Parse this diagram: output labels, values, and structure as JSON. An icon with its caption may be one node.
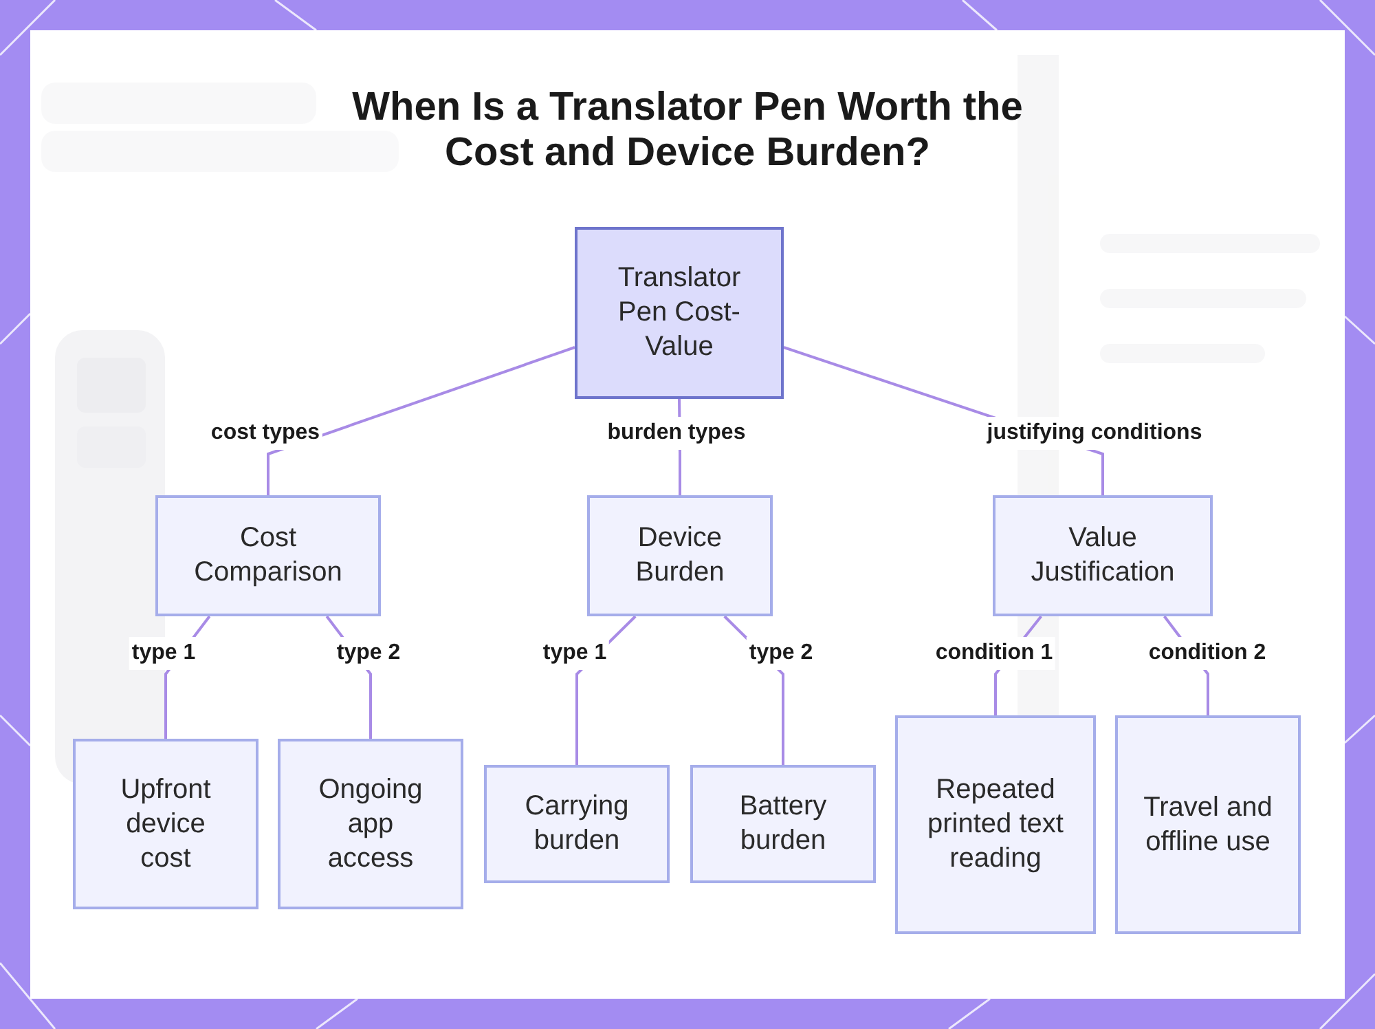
{
  "diagram": {
    "title": "When Is a Translator Pen Worth the Cost and Device Burden?",
    "nodes": [
      {
        "text": [
          "Translator Pen Cost-Value"
        ]
      },
      {
        "text": [
          "Cost Comparison"
        ]
      },
      {
        "text": [
          "Device Burden"
        ]
      },
      {
        "text": [
          "Value Justification"
        ]
      },
      {
        "text": [
          "Upfront device cost"
        ]
      },
      {
        "text": [
          "Ongoing app access"
        ]
      },
      {
        "text": [
          "Carrying burden"
        ]
      },
      {
        "text": [
          "Battery burden"
        ]
      },
      {
        "text": [
          "Repeated printed text reading"
        ]
      },
      {
        "text": [
          "Travel and offline use"
        ]
      }
    ],
    "edges": [
      {
        "from": 0,
        "to": 1,
        "arrow": "none",
        "label": "cost types"
      },
      {
        "from": 0,
        "to": 2,
        "arrow": "none",
        "label": "burden types"
      },
      {
        "from": 0,
        "to": 3,
        "arrow": "none",
        "label": "justifying conditions"
      },
      {
        "from": 1,
        "to": 4,
        "arrow": "none",
        "label": "type 1"
      },
      {
        "from": 1,
        "to": 5,
        "arrow": "none",
        "label": "type 2"
      },
      {
        "from": 2,
        "to": 6,
        "arrow": "none",
        "label": "type 1"
      },
      {
        "from": 2,
        "to": 7,
        "arrow": "none",
        "label": "type 2"
      },
      {
        "from": 3,
        "to": 8,
        "arrow": "none",
        "label": "condition 1"
      },
      {
        "from": 3,
        "to": 9,
        "arrow": "none",
        "label": "condition 2"
      }
    ]
  }
}
